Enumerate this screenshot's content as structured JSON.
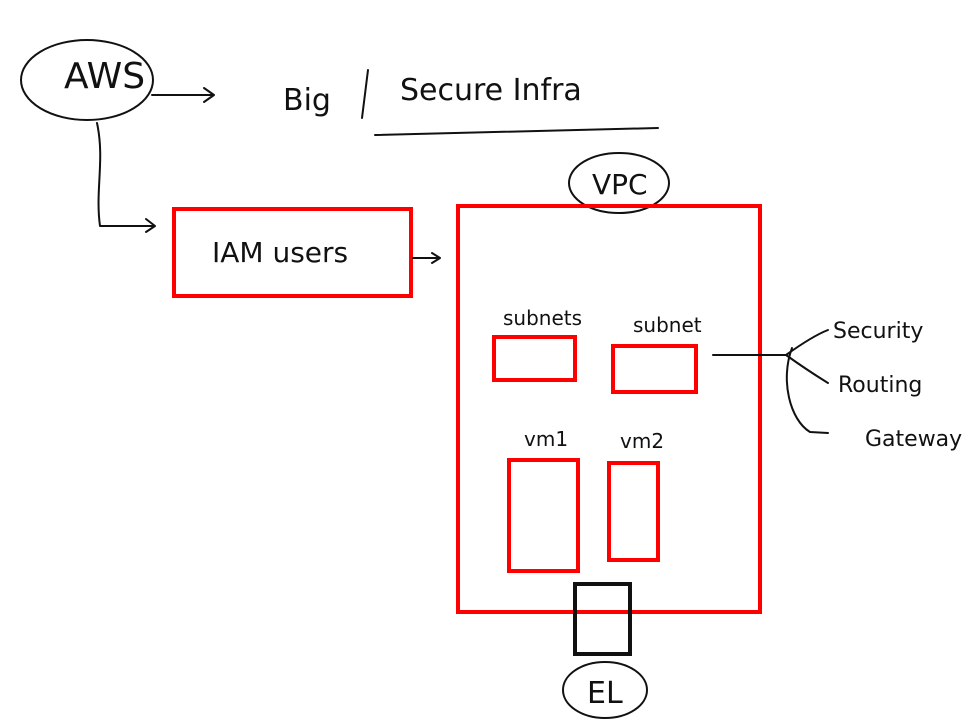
{
  "colors": {
    "ink": "#111111",
    "box_red": "#ff0000",
    "box_black": "#111111",
    "background": "#ffffff"
  },
  "labels": {
    "aws": "AWS",
    "big": "Big",
    "secure_infra": "Secure Infra",
    "iam_users": "IAM users",
    "vpc": "VPC",
    "subnet_left": "subnets",
    "subnet_right": "subnet",
    "vm1": "vm1",
    "vm2": "vm2",
    "security": "Security",
    "routing": "Routing",
    "gateway": "Gateway",
    "el": "EL"
  }
}
